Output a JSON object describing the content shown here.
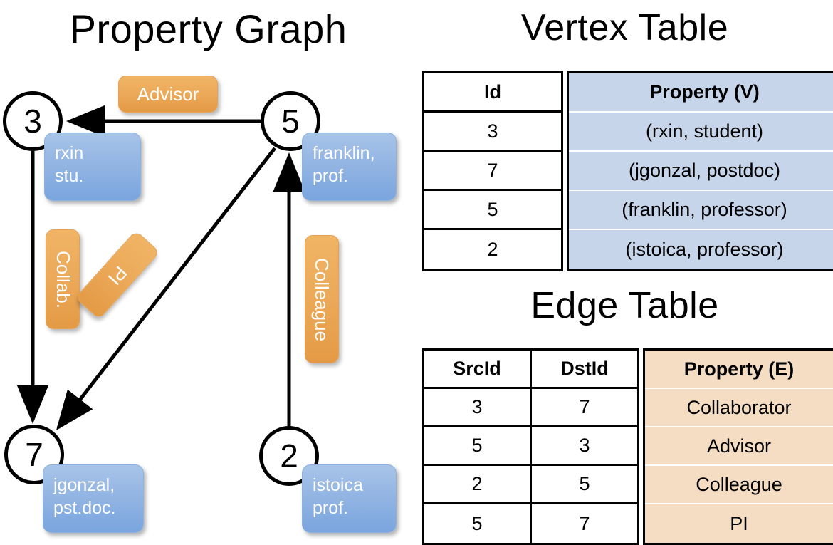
{
  "titles": {
    "property_graph": "Property Graph",
    "vertex_table": "Vertex Table",
    "edge_table": "Edge Table"
  },
  "colors": {
    "vertex_property_fill": "#c6d5ea",
    "edge_property_fill": "#f5ddc4",
    "vertex_callout_fill": "#93b5e3",
    "edge_label_fill": "#eba959",
    "stroke": "#000000",
    "background": "#ffffff"
  },
  "graph": {
    "nodes": [
      {
        "id": "3",
        "label": "3",
        "property_line1": "rxin",
        "property_line2": "stu."
      },
      {
        "id": "5",
        "label": "5",
        "property_line1": "franklin,",
        "property_line2": "prof."
      },
      {
        "id": "7",
        "label": "7",
        "property_line1": "jgonzal,",
        "property_line2": "pst.doc."
      },
      {
        "id": "2",
        "label": "2",
        "property_line1": "istoica",
        "property_line2": "prof."
      }
    ],
    "edges": [
      {
        "from": "5",
        "to": "3",
        "label": "Advisor"
      },
      {
        "from": "3",
        "to": "7",
        "label": "Collab."
      },
      {
        "from": "5",
        "to": "7",
        "label": "PI"
      },
      {
        "from": "2",
        "to": "5",
        "label": "Colleague"
      }
    ]
  },
  "vertex_table": {
    "headers": [
      "Id",
      "Property (V)"
    ],
    "rows": [
      [
        "3",
        "(rxin, student)"
      ],
      [
        "7",
        "(jgonzal, postdoc)"
      ],
      [
        "5",
        "(franklin, professor)"
      ],
      [
        "2",
        "(istoica, professor)"
      ]
    ]
  },
  "edge_table": {
    "headers": [
      "SrcId",
      "DstId",
      "Property (E)"
    ],
    "rows": [
      [
        "3",
        "7",
        "Collaborator"
      ],
      [
        "5",
        "3",
        "Advisor"
      ],
      [
        "2",
        "5",
        "Colleague"
      ],
      [
        "5",
        "7",
        "PI"
      ]
    ]
  }
}
